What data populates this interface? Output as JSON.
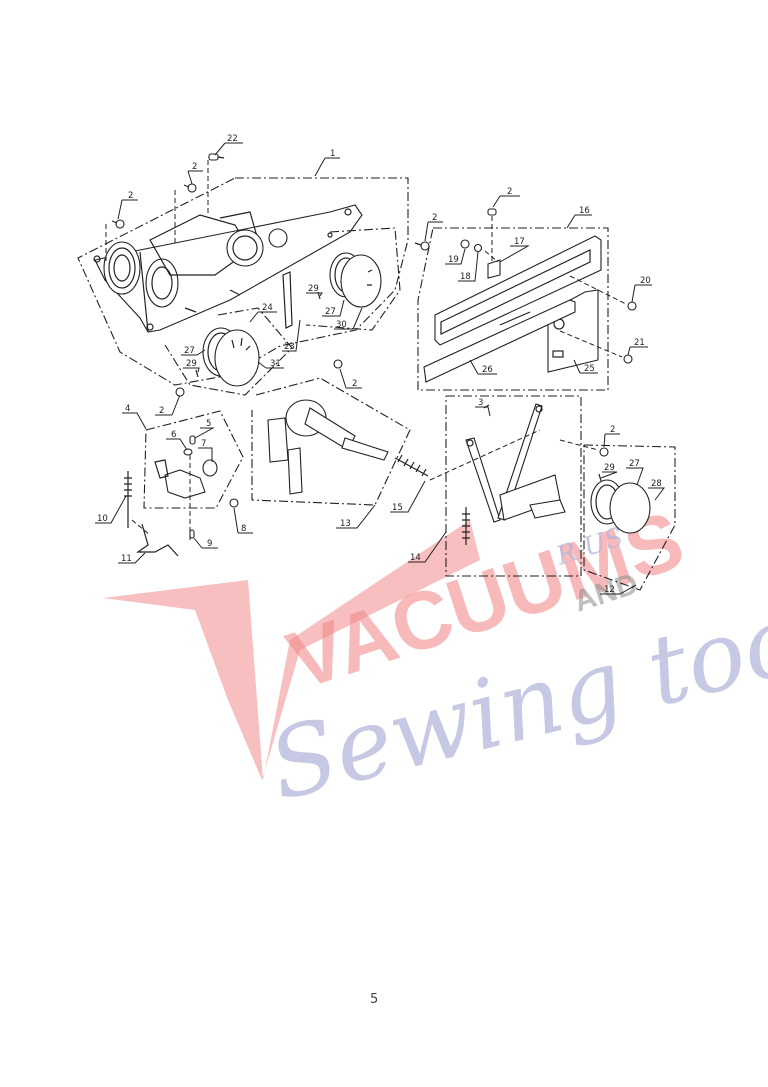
{
  "document": {
    "page_number": "5",
    "type": "exploded-parts-diagram"
  },
  "watermark": {
    "line1": "VACUUMS",
    "line1_suffix": "R-US",
    "line2_mid": "AND",
    "line3": "Sewing too",
    "colors": {
      "red": "#f08a8a",
      "gray": "#8c8c8c",
      "blue": "#b4b6dc"
    }
  },
  "callouts": [
    {
      "id": "c1",
      "label": "1"
    },
    {
      "id": "c2a",
      "label": "2"
    },
    {
      "id": "c2b",
      "label": "2"
    },
    {
      "id": "c2c",
      "label": "2"
    },
    {
      "id": "c2d",
      "label": "2"
    },
    {
      "id": "c2e",
      "label": "2"
    },
    {
      "id": "c2f",
      "label": "2"
    },
    {
      "id": "c2g",
      "label": "2"
    },
    {
      "id": "c2h",
      "label": "2"
    },
    {
      "id": "c3",
      "label": "3"
    },
    {
      "id": "c4",
      "label": "4"
    },
    {
      "id": "c5",
      "label": "5"
    },
    {
      "id": "c6",
      "label": "6"
    },
    {
      "id": "c7",
      "label": "7"
    },
    {
      "id": "c8",
      "label": "8"
    },
    {
      "id": "c9",
      "label": "9"
    },
    {
      "id": "c10",
      "label": "10"
    },
    {
      "id": "c11",
      "label": "11"
    },
    {
      "id": "c12",
      "label": "12"
    },
    {
      "id": "c13",
      "label": "13"
    },
    {
      "id": "c14",
      "label": "14"
    },
    {
      "id": "c15",
      "label": "15"
    },
    {
      "id": "c16",
      "label": "16"
    },
    {
      "id": "c17",
      "label": "17"
    },
    {
      "id": "c18",
      "label": "18"
    },
    {
      "id": "c19",
      "label": "19"
    },
    {
      "id": "c20",
      "label": "20"
    },
    {
      "id": "c21",
      "label": "21"
    },
    {
      "id": "c22",
      "label": "22"
    },
    {
      "id": "c23",
      "label": "23"
    },
    {
      "id": "c24",
      "label": "24"
    },
    {
      "id": "c25",
      "label": "25"
    },
    {
      "id": "c26",
      "label": "26"
    },
    {
      "id": "c27a",
      "label": "27"
    },
    {
      "id": "c27b",
      "label": "27"
    },
    {
      "id": "c27c",
      "label": "27"
    },
    {
      "id": "c28",
      "label": "28"
    },
    {
      "id": "c29a",
      "label": "29"
    },
    {
      "id": "c29b",
      "label": "29"
    },
    {
      "id": "c29c",
      "label": "29"
    },
    {
      "id": "c30",
      "label": "30"
    },
    {
      "id": "c31",
      "label": "31"
    }
  ]
}
